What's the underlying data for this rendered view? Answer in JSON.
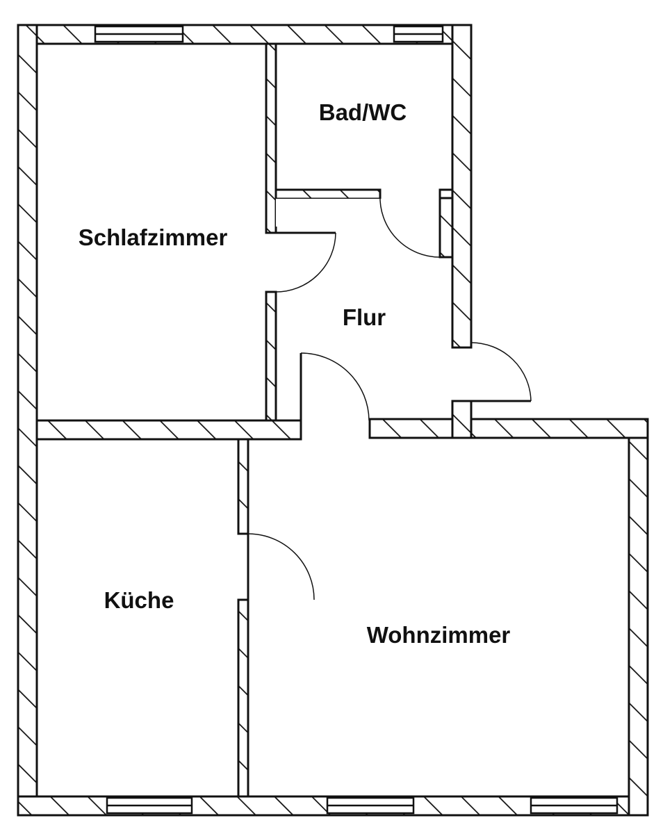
{
  "rooms": {
    "schlafzimmer": "Schlafzimmer",
    "bad_wc": "Bad/WC",
    "flur": "Flur",
    "kueche": "Küche",
    "wohnzimmer": "Wohnzimmer"
  },
  "colors": {
    "line": "#111111",
    "background": "#ffffff"
  }
}
